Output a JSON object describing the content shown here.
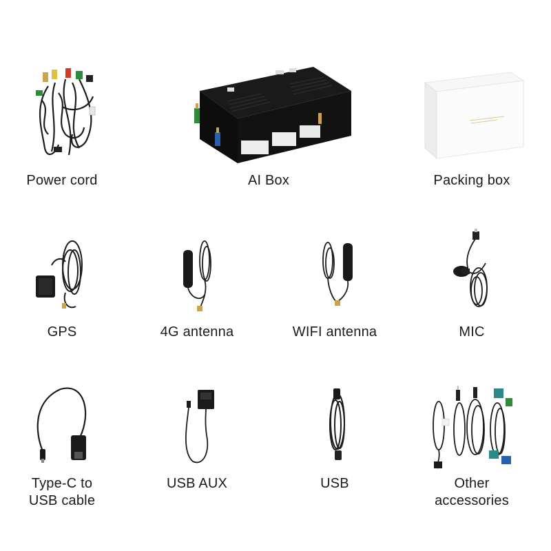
{
  "items": [
    {
      "label": "Power cord"
    },
    {
      "label": "AI Box"
    },
    {
      "label": "Packing box"
    },
    {
      "label": "GPS"
    },
    {
      "label": "4G antenna"
    },
    {
      "label": "WIFI antenna"
    },
    {
      "label": "MIC"
    },
    {
      "label": "Type-C to\nUSB cable"
    },
    {
      "label": "USB AUX"
    },
    {
      "label": "USB"
    },
    {
      "label": "Other\naccessories"
    }
  ],
  "colors": {
    "cable": "#1c1c1c",
    "box": "#121212",
    "connector_gold": "#c9a44c",
    "antenna_green": "#2e8b3a",
    "antenna_blue": "#2a5fb0"
  }
}
